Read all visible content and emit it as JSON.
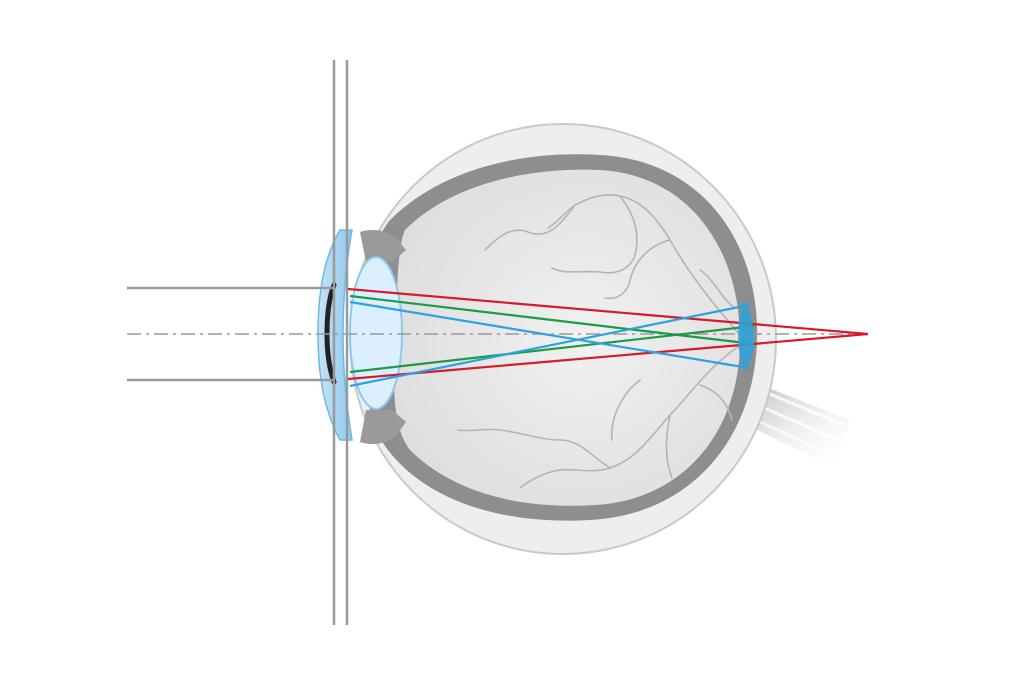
{
  "diagram": {
    "kind": "eye-cross-section",
    "rays": [
      {
        "color_name": "red",
        "hex": "#d7192d"
      },
      {
        "color_name": "green",
        "hex": "#1e9a46"
      },
      {
        "color_name": "blue",
        "hex": "#2aa3e0"
      }
    ],
    "colors": {
      "sclera_outer": "#e9e9e9",
      "sclera_rim": "#c9c9c9",
      "choroid": "#8e8e8e",
      "vitreous": "#e6e6e6",
      "iris": "#9a9a9a",
      "cornea": "#a9d6f2",
      "lens": "#dcefff",
      "spectacle": "#9a9a9a",
      "axis": "#9a9a9a",
      "vessels": "#b4b4b4",
      "optic_nerve": "#b9b9b9"
    }
  }
}
